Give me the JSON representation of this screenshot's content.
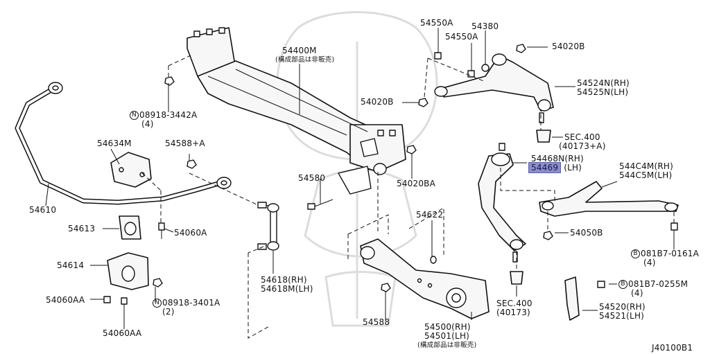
{
  "diagram_id": "J40100B1",
  "labels": {
    "p54400M": "54400M",
    "p54400M_note": "(構成部品は非販売)",
    "p08918_3442A": "08918-3442A",
    "p08918_3442A_qty": "(4)",
    "p08918_3442A_mark": "N",
    "p54634M": "54634M",
    "p54588A": "54588+A",
    "p54610": "54610",
    "p54613": "54613",
    "p54060A": "54060A",
    "p54614": "54614",
    "p54060AA_1": "54060AA",
    "p54060AA_2": "54060AA",
    "p08918_3401A": "08918-3401A",
    "p08918_3401A_qty": "(2)",
    "p08918_3401A_mark": "N",
    "p54580": "54580",
    "p54020BA": "54020BA",
    "p54618": "54618(RH)",
    "p54618M": "54618M(LH)",
    "p54622": "54622",
    "p54588": "54588",
    "p54500": "54500(RH)",
    "p54501": "54501(LH)",
    "p54500_note": "(構成部品は非販売)",
    "p54550A_1": "54550A",
    "p54550A_2": "54550A",
    "p54380": "54380",
    "p54020B_1": "54020B",
    "p54020B_2": "54020B",
    "p54524N": "54524N(RH)",
    "p54525N": "54525N(LH)",
    "sec400_top": "SEC.400",
    "sec400_top_ref": "(40173+A)",
    "p54468N": "54468N(RH)",
    "p54469": "54469",
    "p54469_lh": "(LH)",
    "p544C4M": "544C4M(RH)",
    "p544C5M": "544C5M(LH)",
    "p54050B": "54050B",
    "p081B7_0161A": "081B7-0161A",
    "p081B7_0161A_qty": "(4)",
    "p081B7_0161A_mark": "B",
    "p081B7_0255M": "081B7-0255M",
    "p081B7_0255M_qty": "(4)",
    "p081B7_0255M_mark": "B",
    "p54520": "54520(RH)",
    "p54521": "54521(LH)",
    "sec400_bot": "SEC.400",
    "sec400_bot_ref": "(40173)"
  },
  "highlight_color": "#8a8ecf"
}
